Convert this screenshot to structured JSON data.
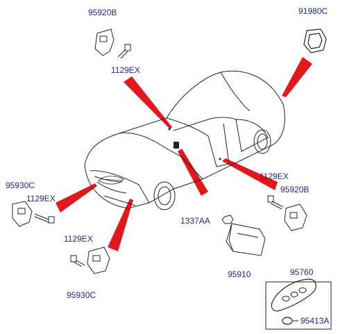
{
  "diagram": {
    "parts": [
      {
        "id": "p1",
        "number": "95920B"
      },
      {
        "id": "p2",
        "number": "1129EX"
      },
      {
        "id": "p3",
        "number": "91980C"
      },
      {
        "id": "p4",
        "number": "95930C"
      },
      {
        "id": "p5",
        "number": "1129EX"
      },
      {
        "id": "p6",
        "number": "1129EX"
      },
      {
        "id": "p7",
        "number": "95930C"
      },
      {
        "id": "p8",
        "number": "1337AA"
      },
      {
        "id": "p9",
        "number": "95910"
      },
      {
        "id": "p10",
        "number": "1129EX"
      },
      {
        "id": "p11",
        "number": "95920B"
      },
      {
        "id": "p12",
        "number": "95760"
      },
      {
        "id": "p13",
        "number": "95413A"
      }
    ]
  },
  "colors": {
    "label_text": "#1f2a8c",
    "callout": "#e0191f",
    "line_art": "#222222"
  }
}
